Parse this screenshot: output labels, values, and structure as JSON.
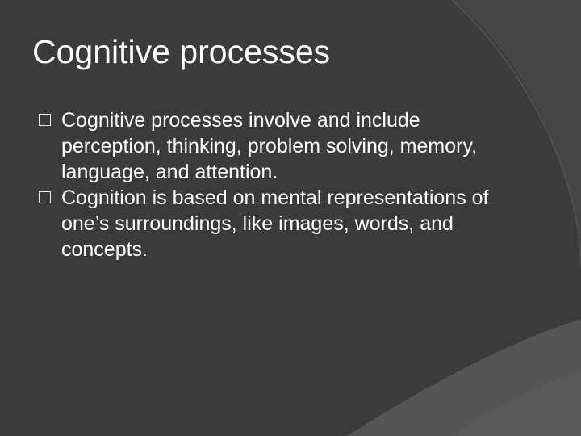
{
  "slide": {
    "title": "Cognitive processes",
    "bullets": [
      {
        "text": "Cognitive processes involve and include perception, thinking, problem solving, memory, language, and attention."
      },
      {
        "text": "Cognition is based on mental representations of one’s surroundings, like images, words, and concepts."
      }
    ]
  },
  "colors": {
    "background": "#3b3b3b",
    "decor_light": "#4a4a4a",
    "decor_mid": "#434343",
    "text": "#ffffff"
  },
  "icons": {
    "bullet_marker": "hollow-square-icon"
  }
}
